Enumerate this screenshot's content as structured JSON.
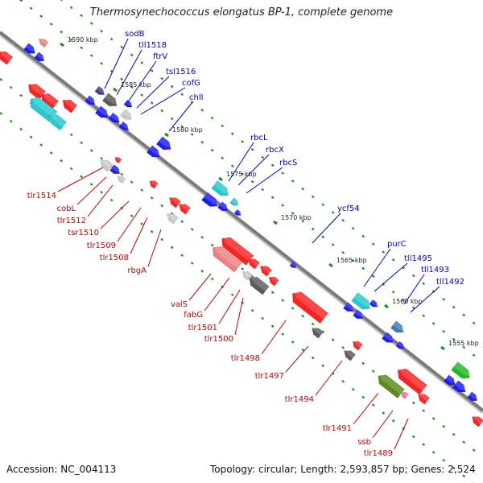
{
  "title": "Thermosynechococcus elongatus BP-1, complete genome",
  "accession": "Accession: NC_004113",
  "topology": "Topology: circular; Length: 2,593,857 bp; Genes: 2,524",
  "colors": {
    "forward_label": "#0000cc",
    "reverse_label": "#cc0000",
    "backbone": "#808080",
    "tick": "#228b22"
  },
  "kbp_ticks": [
    "1590 kbp",
    "1585 kbp",
    "1580 kbp",
    "1575 kbp",
    "1570 kbp",
    "1565 kbp",
    "1560 kbp",
    "1555 kbp"
  ],
  "upper_labels": [
    "sodB",
    "tll1518",
    "ftrV",
    "tsl1516",
    "cofG",
    "chlI",
    "rbcL",
    "rbcX",
    "rbcS",
    "ycf54",
    "purC",
    "tll1495",
    "tll1493",
    "tll1492"
  ],
  "lower_labels": [
    "tlr1514",
    "cobL",
    "tlr1512",
    "tsr1510",
    "tlr1509",
    "tlr1508",
    "rbgA",
    "valS",
    "fabG",
    "tlr1501",
    "tlr1500",
    "tlr1498",
    "tlr1497",
    "tlr1494",
    "tlr1491",
    "ssb",
    "tlr1489"
  ]
}
